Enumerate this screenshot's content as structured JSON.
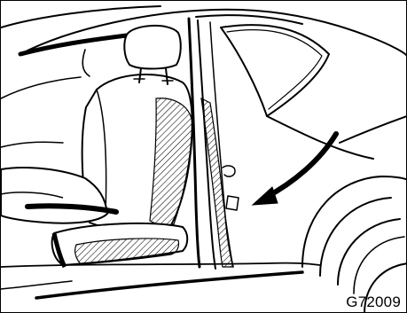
{
  "figure": {
    "code_label": "G72009",
    "line_color": "#000000",
    "background_color": "#ffffff",
    "hatch_color": "#000000",
    "subject": "car-interior-front-seat-door-opening",
    "callout": "arrow-pointing-to-lower-door-pillar"
  }
}
